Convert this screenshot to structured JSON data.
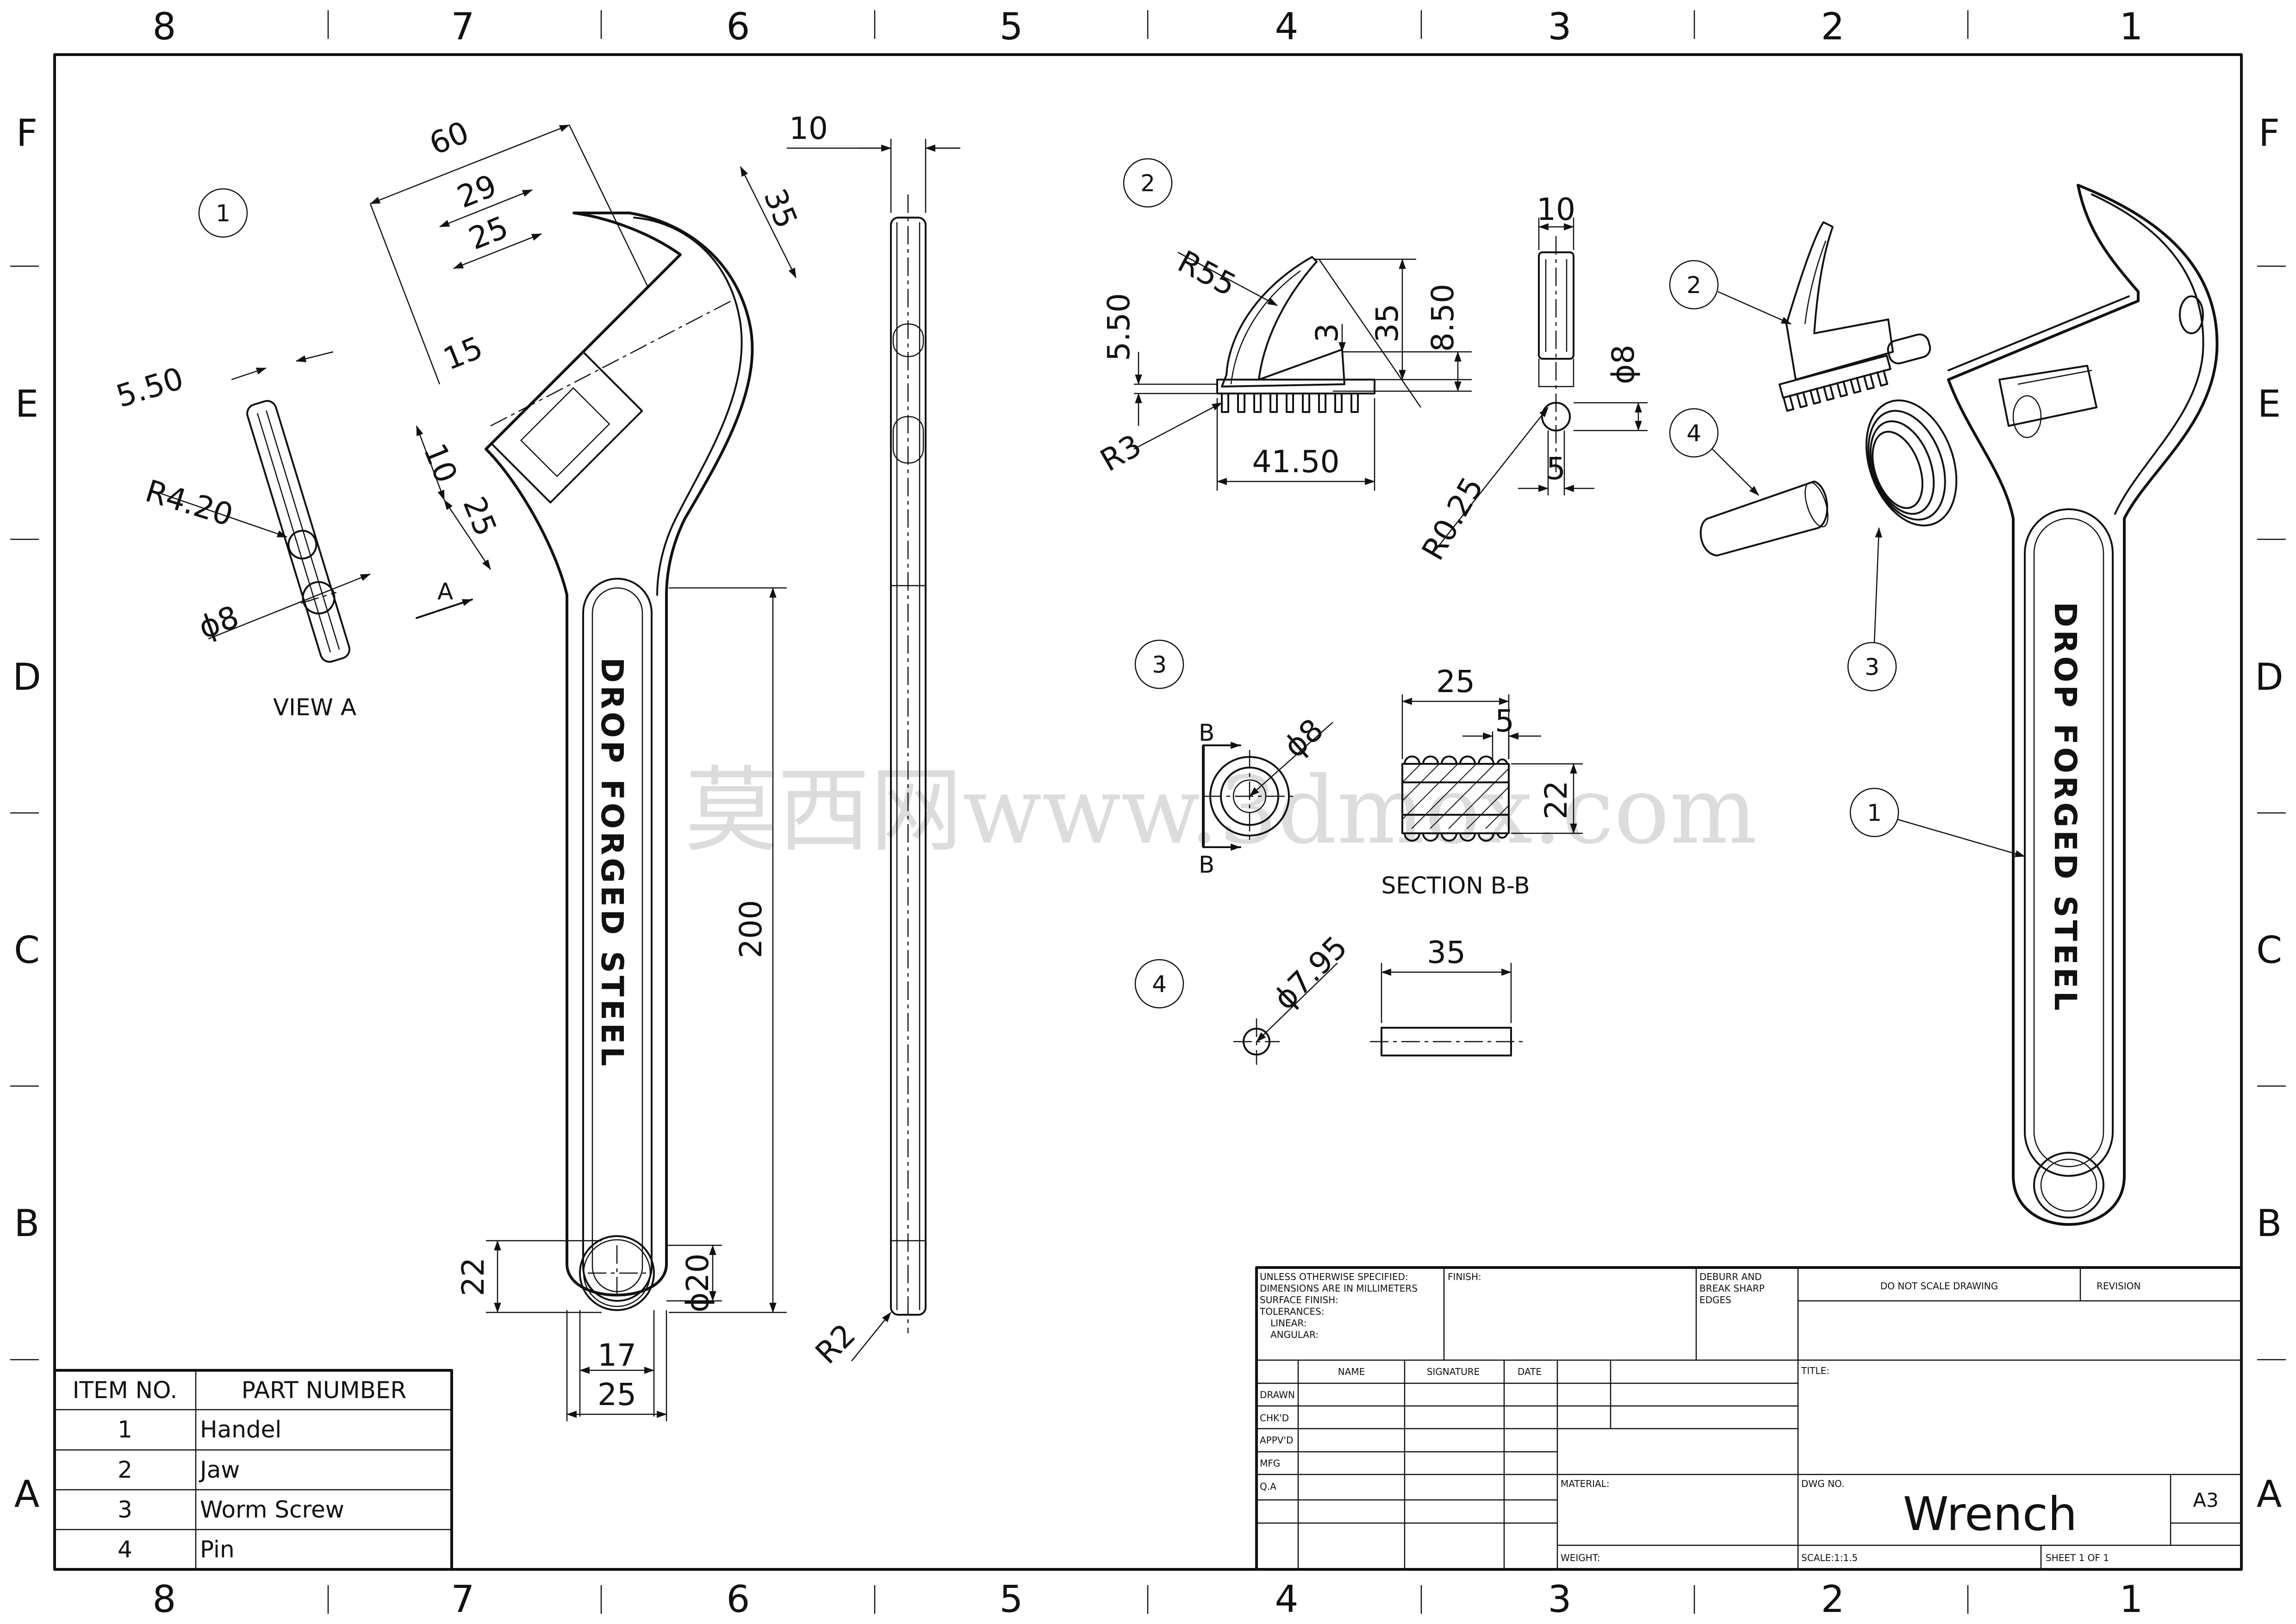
{
  "sheet": {
    "zone_columns": [
      "8",
      "7",
      "6",
      "5",
      "4",
      "3",
      "2",
      "1"
    ],
    "zone_rows": [
      "F",
      "E",
      "D",
      "C",
      "B",
      "A"
    ]
  },
  "watermark": "莫西网www.3dmox.com",
  "views": {
    "view_a": {
      "balloon": "1",
      "caption": "VIEW A",
      "arrow_label": "A",
      "dims": {
        "width": "5.50",
        "radius": "R4.20",
        "hole": "ϕ8"
      }
    },
    "handle_front": {
      "emboss": "DROP FORGED STEEL",
      "dims": {
        "head_60": "60",
        "head_29": "29",
        "head_25": "25",
        "head_35": "35",
        "head_15": "15",
        "head_10": "10",
        "head_25b": "25",
        "length": "200",
        "end_22": "22",
        "end_dia": "ϕ20",
        "end_17": "17",
        "end_25": "25"
      }
    },
    "handle_side": {
      "dims": {
        "thickness": "10",
        "radius": "R2"
      }
    },
    "jaw": {
      "balloon": "2",
      "dims": {
        "r55": "R55",
        "h550": "5.50",
        "r3": "R3",
        "len": "41.50",
        "h3": "3",
        "h35": "35",
        "h850": "8.50",
        "w10": "10",
        "dia8": "ϕ8",
        "r025": "R0.25",
        "w5": "5"
      }
    },
    "worm": {
      "balloon": "3",
      "section_mark": "B",
      "dia": "ϕ8",
      "section_caption": "SECTION B-B",
      "dims": {
        "length": "25",
        "pitch": "5",
        "height": "22"
      }
    },
    "pin": {
      "balloon": "4",
      "dia": "ϕ7.95",
      "length": "35"
    },
    "assembly": {
      "balloons": [
        "2",
        "4",
        "3",
        "1"
      ],
      "emboss": "DROP FORGED STEEL"
    }
  },
  "bom": {
    "headers": [
      "ITEM NO.",
      "PART NUMBER"
    ],
    "rows": [
      {
        "item": "1",
        "part": "Handel"
      },
      {
        "item": "2",
        "part": "Jaw"
      },
      {
        "item": "3",
        "part": "Worm Screw"
      },
      {
        "item": "4",
        "part": "Pin"
      }
    ]
  },
  "title_block": {
    "unless_lines": [
      "UNLESS OTHERWISE SPECIFIED:",
      "DIMENSIONS ARE IN MILLIMETERS",
      "SURFACE FINISH:",
      "TOLERANCES:",
      "   LINEAR:",
      "   ANGULAR:"
    ],
    "finish": "FINISH:",
    "deburr_lines": [
      "DEBURR AND",
      "BREAK SHARP",
      "EDGES"
    ],
    "no_scale": "DO NOT SCALE DRAWING",
    "revision": "REVISION",
    "col_name": "NAME",
    "col_signature": "SIGNATURE",
    "col_date": "DATE",
    "row_labels": [
      "DRAWN",
      "CHK'D",
      "APPV'D",
      "MFG",
      "Q.A"
    ],
    "title_label": "TITLE:",
    "material": "MATERIAL:",
    "dwg_no": "DWG NO.",
    "dwg_name": "Wrench",
    "size": "A3",
    "weight": "WEIGHT:",
    "scale": "SCALE:1:1.5",
    "sheet": "SHEET 1 OF 1"
  }
}
